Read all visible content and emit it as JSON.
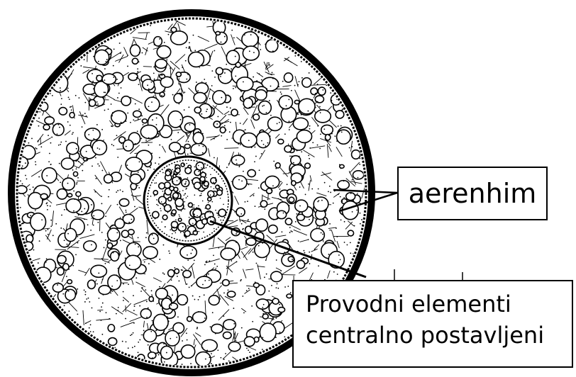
{
  "labels": {
    "aerenhim": "aerenhim",
    "conducting_line1": "Provodni elementi",
    "conducting_line2": "centralno postavljeni"
  },
  "colors": {
    "ink": "#000000",
    "paper": "#ffffff"
  }
}
